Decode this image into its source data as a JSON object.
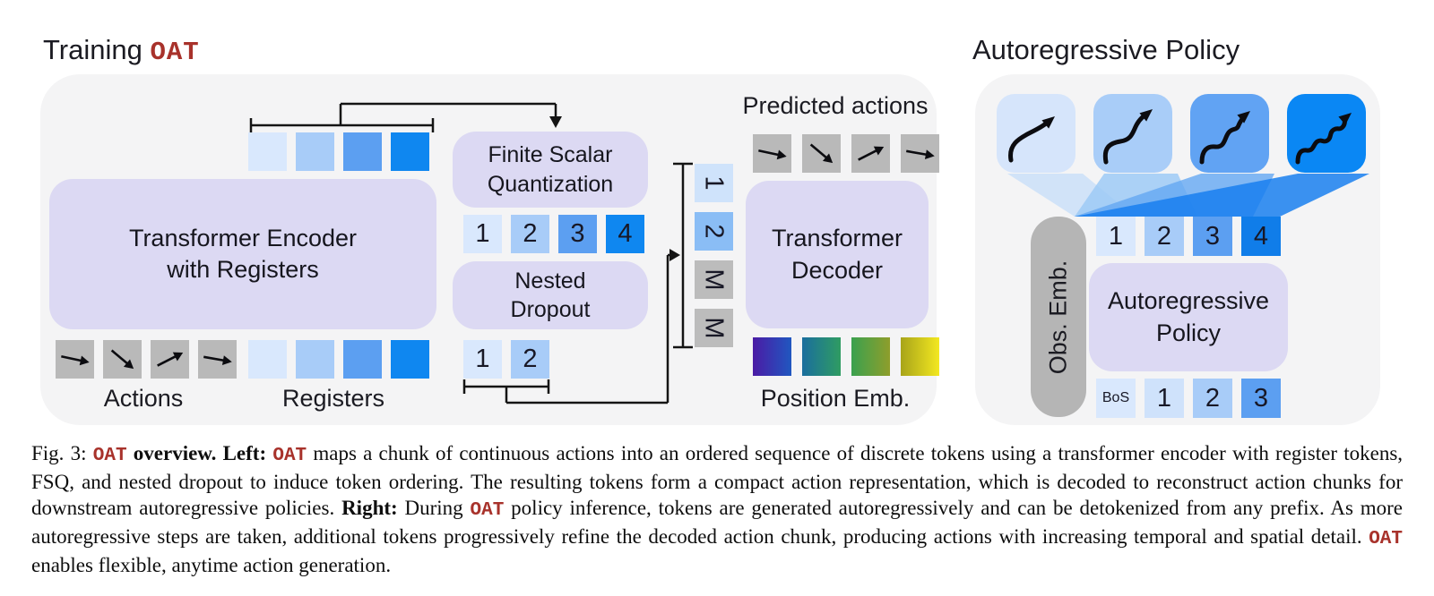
{
  "titles": {
    "training_plain": "Training ",
    "training_accent": "OAT",
    "right": "Autoregressive Policy"
  },
  "left": {
    "encoder_label": "Transformer Encoder\nwith Registers",
    "fsq_label": "Finite Scalar\nQuantization",
    "nested_label": "Nested\nDropout",
    "decoder_label": "Transformer\nDecoder",
    "predicted_actions_label": "Predicted actions",
    "actions_label": "Actions",
    "registers_label": "Registers",
    "position_emb_label": "Position Emb.",
    "gray_square_color": "#b9b9b9",
    "action_angles": [
      12,
      40,
      -27,
      10
    ],
    "register_colors": [
      "#d9e8fd",
      "#a8ccf8",
      "#5c9ff1",
      "#0f87f0"
    ],
    "fsq_tokens": [
      {
        "label": "1",
        "color": "#d9e8fd"
      },
      {
        "label": "2",
        "color": "#a8ccf8"
      },
      {
        "label": "3",
        "color": "#5c9ff1"
      },
      {
        "label": "4",
        "color": "#0f87f0"
      }
    ],
    "nested_tokens": [
      {
        "label": "1",
        "color": "#d9e8fd"
      },
      {
        "label": "2",
        "color": "#a8ccf8"
      }
    ],
    "column_tokens": [
      {
        "label": "1",
        "color": "#cfe3fb"
      },
      {
        "label": "2",
        "color": "#8abdf5"
      },
      {
        "label": "M",
        "color": "#bcbcbc"
      },
      {
        "label": "M",
        "color": "#bcbcbc"
      }
    ],
    "position_gradients": [
      [
        "#4b1ba5",
        "#2057c0"
      ],
      [
        "#1a6e9e",
        "#2f9c62"
      ],
      [
        "#3aa14f",
        "#8f9e2b"
      ],
      [
        "#a8a41a",
        "#f3e820"
      ]
    ]
  },
  "right": {
    "obs_emb_label": "Obs. Emb.",
    "policy_label": "Autoregressive\nPolicy",
    "top_tokens": [
      {
        "label": "1",
        "color": "#d9e8fd"
      },
      {
        "label": "2",
        "color": "#a8ccf8"
      },
      {
        "label": "3",
        "color": "#5c9ff1"
      },
      {
        "label": "4",
        "color": "#107de9"
      }
    ],
    "bottom_tokens": [
      {
        "label": "BoS",
        "color": "#d9e8fd",
        "small": true
      },
      {
        "label": "1",
        "color": "#cfe2fb"
      },
      {
        "label": "2",
        "color": "#a8ccf8"
      },
      {
        "label": "3",
        "color": "#5c9ff1"
      }
    ],
    "tiles": [
      {
        "color": "#d6e5fb",
        "wiggle": 1
      },
      {
        "color": "#a9cdf8",
        "wiggle": 2
      },
      {
        "color": "#61a3f3",
        "wiggle": 3
      },
      {
        "color": "#0a87f4",
        "wiggle": 4
      }
    ],
    "beam_colors": [
      "rgba(205,225,248,0.9)",
      "rgba(158,202,246,0.85)",
      "rgba(100,167,242,0.8)",
      "rgba(25,127,238,0.85)"
    ]
  },
  "caption": {
    "segments": [
      {
        "t": "Fig. 3: ",
        "s": "plain"
      },
      {
        "t": "OAT",
        "s": "oat"
      },
      {
        "t": " ",
        "s": "plain"
      },
      {
        "t": "overview. Left:",
        "s": "bold"
      },
      {
        "t": " ",
        "s": "plain"
      },
      {
        "t": "OAT",
        "s": "oat"
      },
      {
        "t": " maps a chunk of continuous actions into an ordered sequence of discrete tokens using a transformer encoder with register tokens, FSQ, and nested dropout to induce token ordering. The resulting tokens form a compact action representation, which is decoded to reconstruct action chunks for downstream autoregressive policies. ",
        "s": "plain"
      },
      {
        "t": "Right:",
        "s": "bold"
      },
      {
        "t": " During ",
        "s": "plain"
      },
      {
        "t": "OAT",
        "s": "oat"
      },
      {
        "t": " policy inference, tokens are generated autoregressively and can be detokenized from any prefix. As more autoregressive steps are taken, additional tokens progressively refine the decoded action chunk, producing actions with increasing temporal and spatial detail. ",
        "s": "plain"
      },
      {
        "t": "OAT",
        "s": "oat"
      },
      {
        "t": " enables flexible, anytime action generation.",
        "s": "plain"
      }
    ]
  },
  "colors": {
    "accent_red": "#a8322b",
    "panel_bg": "#f4f4f5",
    "lavender": "#dcd9f3",
    "ink": "#17171f"
  }
}
